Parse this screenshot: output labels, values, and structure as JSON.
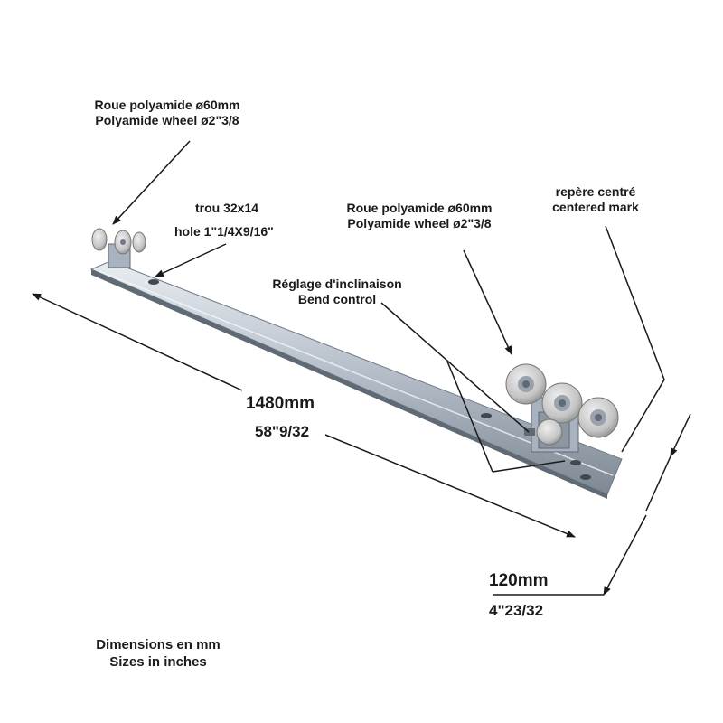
{
  "labels": {
    "wheel_left_fr": "Roue polyamide ø60mm",
    "wheel_left_en": "Polyamide wheel ø2\"3/8",
    "hole_fr": "trou 32x14",
    "hole_en": "hole 1\"1/4X9/16\"",
    "wheel_right_fr": "Roue polyamide ø60mm",
    "wheel_right_en": "Polyamide wheel ø2\"3/8",
    "mark_fr": "repère centré",
    "mark_en": "centered mark",
    "bend_fr": "Réglage d'inclinaison",
    "bend_en": "Bend control",
    "length_mm": "1480mm",
    "length_in": "58\"9/32",
    "width_mm": "120mm",
    "width_in": "4\"23/32",
    "footer_mm": "Dimensions en mm",
    "footer_in": "Sizes in inches"
  },
  "colors": {
    "steel_light": "#dfe5ec",
    "steel_mid": "#a9b3bf",
    "steel_dark": "#6f7a86",
    "wheel": "#c9c9c9",
    "ink": "#1a1a1a"
  }
}
